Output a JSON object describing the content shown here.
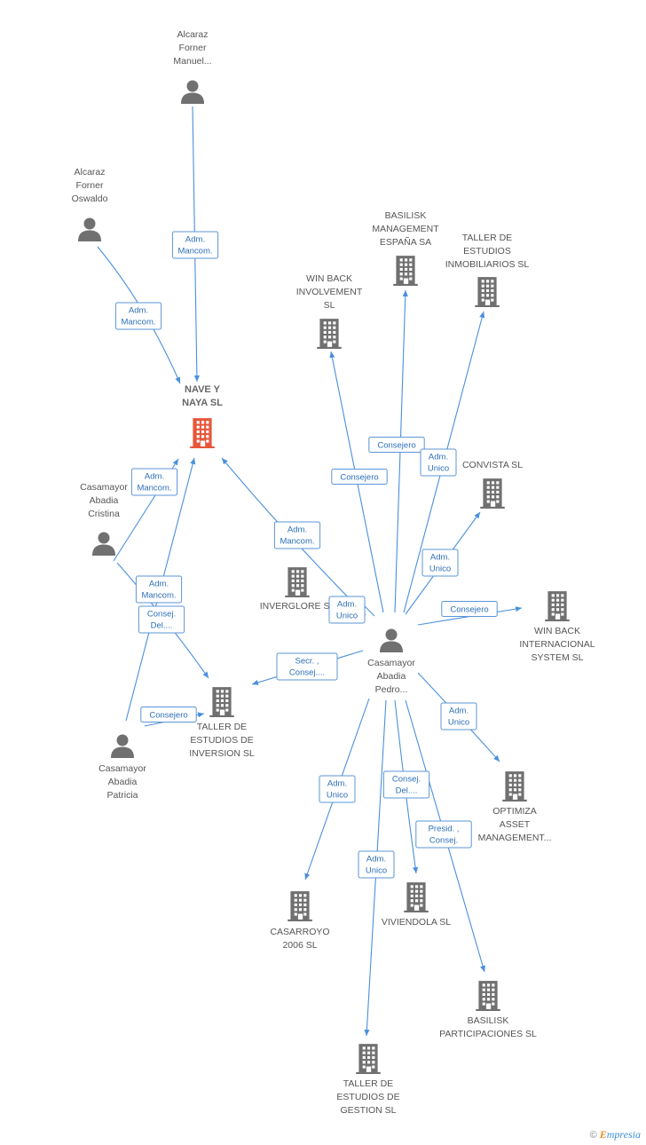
{
  "colors": {
    "edge": "#4a8fdc",
    "node_company": "#707070",
    "node_focal": "#e8563a",
    "node_person": "#707070",
    "label_box_border": "#5b95d6",
    "label_text": "#2d6fb8"
  },
  "nodes": [
    {
      "id": "nave",
      "type": "company",
      "focal": true,
      "lines": [
        "NAVE Y",
        "NAYA SL"
      ]
    },
    {
      "id": "alcaraz_manuel",
      "type": "person",
      "lines": [
        "Alcaraz",
        "Forner",
        "Manuel..."
      ]
    },
    {
      "id": "alcaraz_oswaldo",
      "type": "person",
      "lines": [
        "Alcaraz",
        "Forner",
        "Oswaldo"
      ]
    },
    {
      "id": "casamayor_cristina",
      "type": "person",
      "lines": [
        "Casamayor",
        "Abadia",
        "Cristina"
      ]
    },
    {
      "id": "casamayor_patricia",
      "type": "person",
      "lines": [
        "Casamayor",
        "Abadia",
        "Patricia"
      ]
    },
    {
      "id": "casamayor_pedro",
      "type": "person",
      "lines": [
        "Casamayor",
        "Abadia",
        "Pedro..."
      ]
    },
    {
      "id": "basilisk_mgmt",
      "type": "company",
      "lines": [
        "BASILISK",
        "MANAGEMENT",
        "ESPAÑA SA"
      ]
    },
    {
      "id": "taller_inmob",
      "type": "company",
      "lines": [
        "TALLER DE",
        "ESTUDIOS",
        "INMOBILIARIOS SL"
      ]
    },
    {
      "id": "winback_inv",
      "type": "company",
      "lines": [
        "WIN BACK",
        "INVOLVEMENT",
        "SL"
      ]
    },
    {
      "id": "convista",
      "type": "company",
      "lines": [
        "CONVISTA SL"
      ]
    },
    {
      "id": "winback_int",
      "type": "company",
      "lines": [
        "WIN BACK",
        "INTERNACIONAL",
        "SYSTEM  SL"
      ]
    },
    {
      "id": "inverglore",
      "type": "company",
      "lines": [
        "INVERGLORE SL"
      ]
    },
    {
      "id": "taller_inversion",
      "type": "company",
      "lines": [
        "TALLER DE",
        "ESTUDIOS DE",
        "INVERSION SL"
      ]
    },
    {
      "id": "optimiza",
      "type": "company",
      "lines": [
        "OPTIMIZA",
        "ASSET",
        "MANAGEMENT..."
      ]
    },
    {
      "id": "casarroyo",
      "type": "company",
      "lines": [
        "CASARROYO",
        "2006 SL"
      ]
    },
    {
      "id": "viviendola",
      "type": "company",
      "lines": [
        "VIVIENDOLA  SL"
      ]
    },
    {
      "id": "basilisk_part",
      "type": "company",
      "lines": [
        "BASILISK",
        "PARTICIPACIONES SL"
      ]
    },
    {
      "id": "taller_gestion",
      "type": "company",
      "lines": [
        "TALLER DE",
        "ESTUDIOS DE",
        "GESTION SL"
      ]
    }
  ],
  "edges": [
    {
      "from": "alcaraz_manuel",
      "to": "nave",
      "label": [
        "Adm.",
        "Mancom."
      ]
    },
    {
      "from": "alcaraz_oswaldo",
      "to": "nave",
      "label": [
        "Adm.",
        "Mancom."
      ]
    },
    {
      "from": "casamayor_cristina",
      "to": "nave",
      "label": [
        "Adm.",
        "Mancom."
      ]
    },
    {
      "from": "casamayor_patricia",
      "to": "nave",
      "label": [
        "Adm.",
        "Mancom."
      ]
    },
    {
      "from": "casamayor_pedro",
      "to": "nave",
      "label": [
        "Adm.",
        "Mancom."
      ]
    },
    {
      "from": "casamayor_cristina",
      "to": "taller_inversion",
      "label": [
        "Consej.",
        "Del...."
      ]
    },
    {
      "from": "casamayor_patricia",
      "to": "taller_inversion",
      "label": [
        "Consejero"
      ]
    },
    {
      "from": "casamayor_pedro",
      "to": "taller_inversion",
      "label": [
        "Secr. ,",
        "Consej...."
      ]
    },
    {
      "from": "casamayor_pedro",
      "to": "basilisk_mgmt",
      "label": [
        "Consejero"
      ]
    },
    {
      "from": "casamayor_pedro",
      "to": "taller_inmob",
      "label": [
        "Adm.",
        "Unico"
      ]
    },
    {
      "from": "casamayor_pedro",
      "to": "winback_inv",
      "label": [
        "Consejero"
      ]
    },
    {
      "from": "casamayor_pedro",
      "to": "convista",
      "label": [
        "Adm.",
        "Unico"
      ]
    },
    {
      "from": "casamayor_pedro",
      "to": "winback_int",
      "label": [
        "Consejero"
      ]
    },
    {
      "from": "casamayor_pedro",
      "to": "inverglore",
      "label": [
        "Adm.",
        "Unico"
      ]
    },
    {
      "from": "casamayor_pedro",
      "to": "optimiza",
      "label": [
        "Adm.",
        "Unico"
      ]
    },
    {
      "from": "casamayor_pedro",
      "to": "casarroyo",
      "label": [
        "Adm.",
        "Unico"
      ]
    },
    {
      "from": "casamayor_pedro",
      "to": "viviendola",
      "label": [
        "Consej.",
        "Del...."
      ]
    },
    {
      "from": "casamayor_pedro",
      "to": "basilisk_part",
      "label": [
        "Presid. ,",
        "Consej."
      ]
    },
    {
      "from": "casamayor_pedro",
      "to": "taller_gestion",
      "label": [
        "Adm.",
        "Unico"
      ]
    }
  ],
  "watermark": {
    "copyright": "©",
    "brand_first": "E",
    "brand_rest": "mpresia"
  }
}
